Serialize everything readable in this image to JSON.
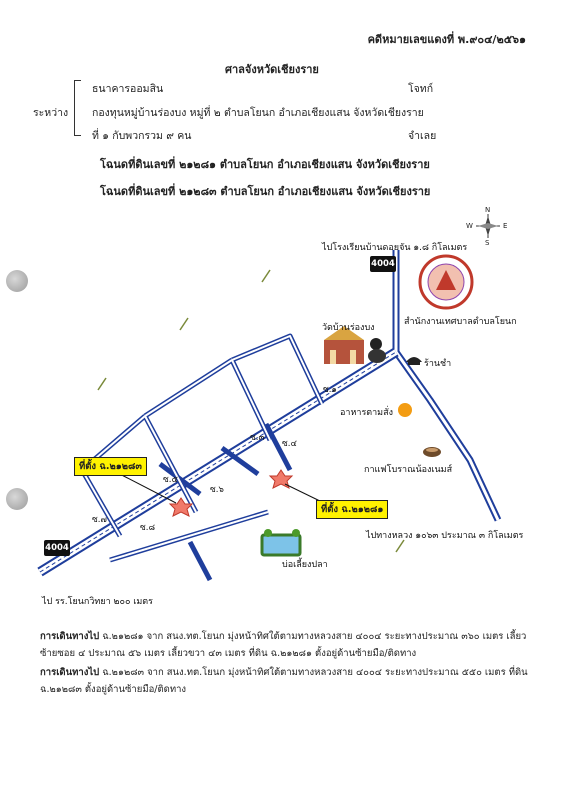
{
  "header": {
    "case_number": "คดีหมายเลขแดงที่ พ.๙๐๔/๒๕๖๑",
    "court": "ศาลจังหวัดเชียงราย"
  },
  "parties": {
    "between_label": "ระหว่าง",
    "plaintiff": "ธนาคารออมสิน",
    "plaintiff_role": "โจทก์",
    "defendant_1": "กองทุนหมู่บ้านร่องบง หมู่ที่ ๒ ตำบลโยนก อำเภอเชียงแสน จังหวัดเชียงราย",
    "defendant_2": "ที่ ๑ กับพวกรวม ๙ คน",
    "defendant_role": "จำเลย"
  },
  "titles": [
    "โฉนดที่ดินเลขที่ ๒๑๒๘๑ ตำบลโยนก อำเภอเชียงแสน จังหวัดเชียงราย",
    "โฉนดที่ดินเลขที่ ๒๑๒๘๓ ตำบลโยนก อำเภอเชียงแสน จังหวัดเชียงราย"
  ],
  "map": {
    "compass": {
      "n": "N",
      "s": "S",
      "e": "E",
      "w": "W"
    },
    "top_road": "ไปโรงเรียนบ้านดอยจัน ๑.๘ กิโลเมตร",
    "highway_number": "4004",
    "office": "สำนักงานเทศบาลตำบลโยนก",
    "temple": "วัดบ้านร่องบง",
    "shop": "ร้านชำ",
    "restaurant": "อาหารตามสั่ง",
    "cafe": "กาแฟโบราณน้องเนมส์",
    "fish_pond": "บ่อเลี้ยงปลา",
    "right_road": "ไปทางหลวง ๑๐๖๓ ประมาณ ๓ กิโลเมตร",
    "bottom_road": "ไป รร.โยนกวิทยา ๒๐๐ เมตร",
    "pin_1": "ที่ตั้ง ฉ.๒๑๒๘๓",
    "pin_2": "ที่ตั้ง ฉ.๒๑๒๘๑",
    "soi": [
      "ซ.๑",
      "ซ.๓",
      "ซ.๔",
      "ซ.๕",
      "ซ.๖",
      "ซ.๗",
      "ซ.๘"
    ],
    "colors": {
      "road": "#1f3e9c",
      "road_fill": "#ffffff",
      "pin": "#f07a6a",
      "label_bg": "#fff200"
    }
  },
  "directions": [
    {
      "label": "การเดินทางไป",
      "text": "ฉ.๒๑๒๘๑ จาก สนง.ทต.โยนก มุ่งหน้าทิศใต้ตามทางหลวงสาย ๔๐๐๔ ระยะทางประมาณ ๓๖๐ เมตร เลี้ยวซ้ายซอย ๔ ประมาณ ๕๖ เมตร เลี้ยวขวา ๔๓ เมตร ที่ดิน ฉ.๒๑๒๘๑ ตั้งอยู่ด้านซ้ายมือ/ติดทาง"
    },
    {
      "label": "การเดินทางไป",
      "text": "ฉ.๒๑๒๘๓ จาก สนง.ทต.โยนก มุ่งหน้าทิศใต้ตามทางหลวงสาย ๔๐๐๔ ระยะทางประมาณ ๕๕๐ เมตร ที่ดิน ฉ.๒๑๒๘๓ ตั้งอยู่ด้านซ้ายมือ/ติดทาง"
    }
  ]
}
